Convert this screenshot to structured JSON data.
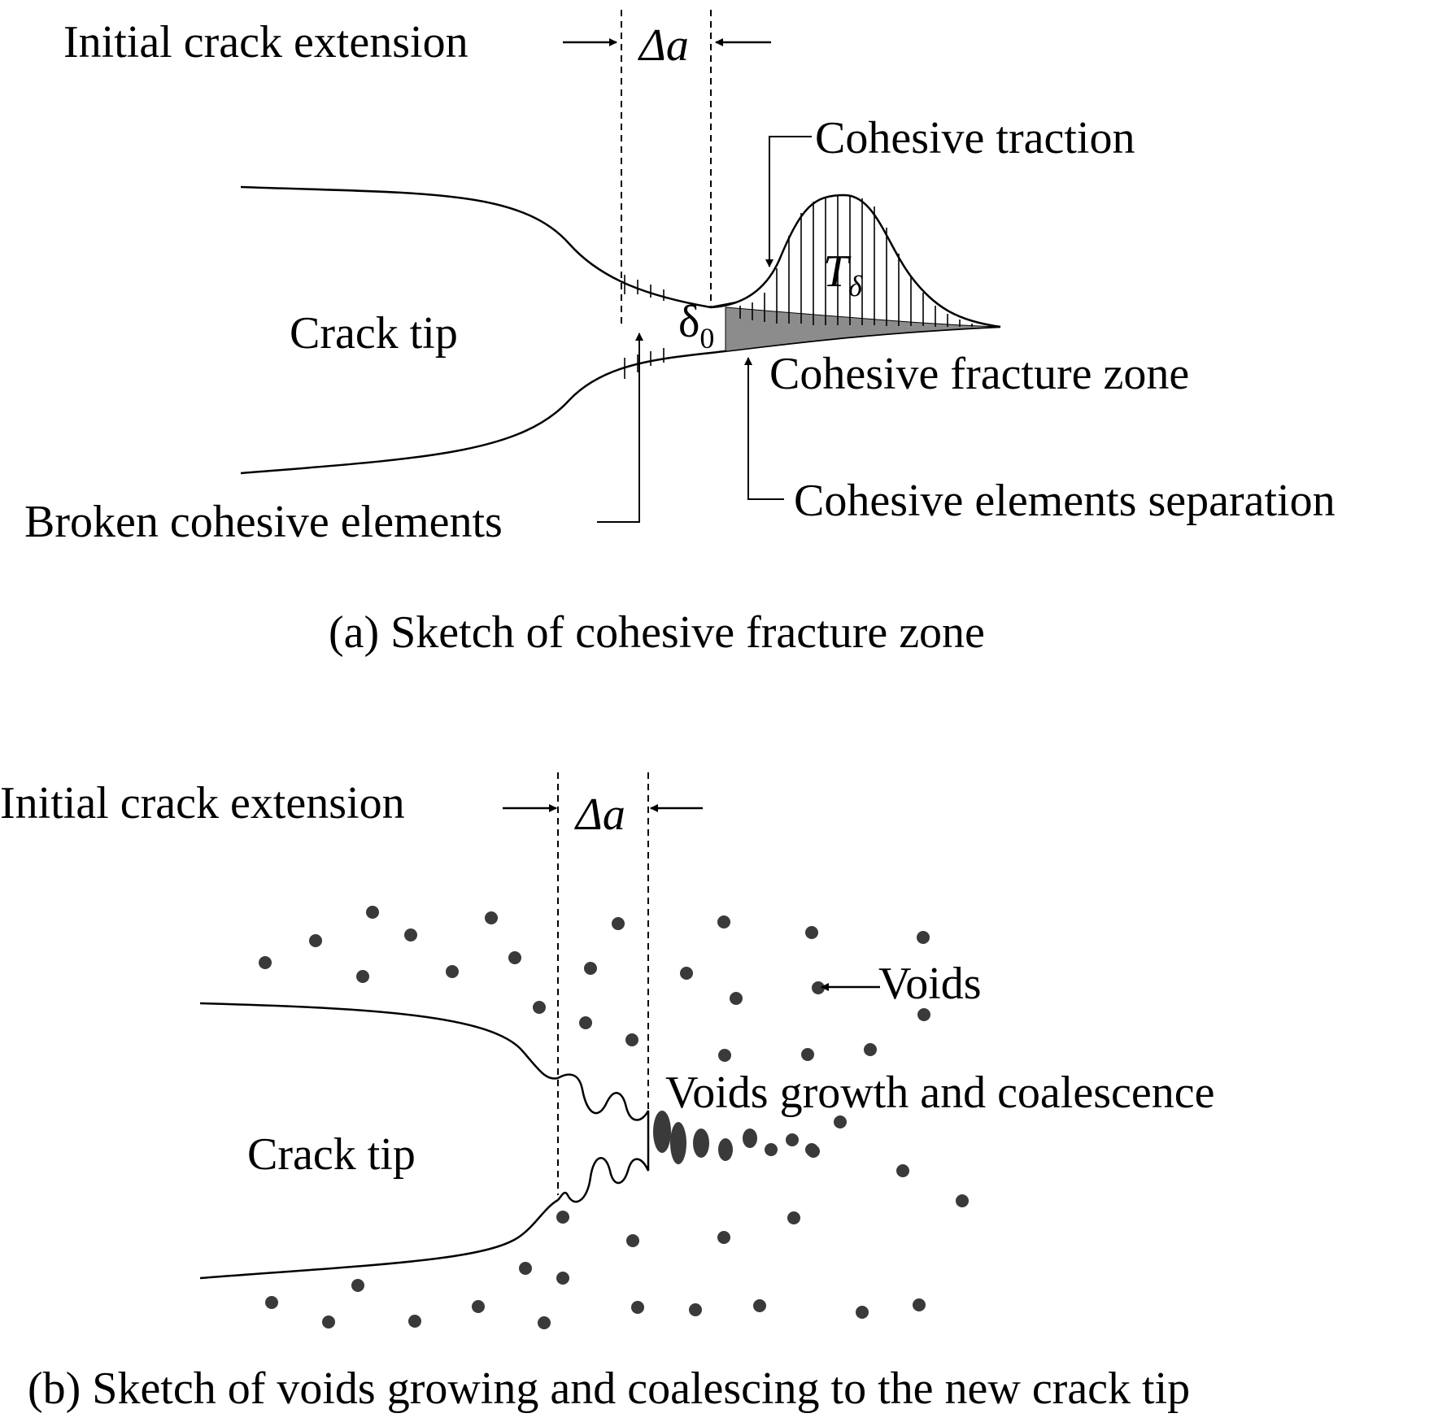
{
  "panel_a": {
    "initial_crack_extension": "Initial crack extension",
    "delta_a": "Δa",
    "cohesive_traction": "Cohesive traction",
    "T_symbol": "T",
    "T_subscript": "δ",
    "crack_tip": "Crack tip",
    "delta_symbol": "δ",
    "delta_subscript": "0",
    "cohesive_fracture_zone": "Cohesive fracture zone",
    "broken_cohesive_elements": "Broken cohesive elements",
    "cohesive_elements_separation": "Cohesive elements separation",
    "caption": "(a)  Sketch of cohesive fracture zone"
  },
  "panel_b": {
    "initial_crack_extension": "Initial crack extension",
    "delta_a": "Δa",
    "voids": "Voids",
    "voids_growth": "Voids growth and coalescence",
    "crack_tip": "Crack tip",
    "caption": "(b)  Sketch of voids growing and coalescing to the new crack tip"
  },
  "colors": {
    "line": "#000000",
    "void_fill": "#3a3a3a",
    "zone_fill": "#8c8c8c"
  }
}
